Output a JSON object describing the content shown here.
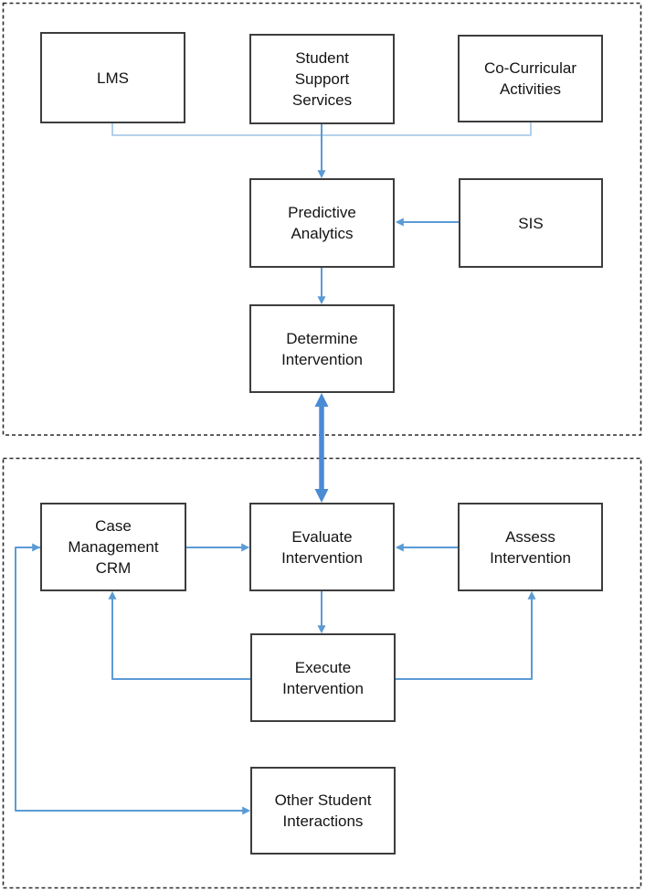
{
  "diagram": {
    "type": "flowchart",
    "colors": {
      "background": "#ffffff",
      "box_border": "#3d3d3d",
      "container_dashed_border": "#2a2a2a",
      "connector_blue": "#5b9bd5",
      "connector_light_blue": "#9dc3e6",
      "thick_connector_blue": "#4a8bd5",
      "text": "#141414"
    },
    "nodes": {
      "lms": {
        "label": "LMS"
      },
      "student_support_services": {
        "label": "Student\nSupport\nServices"
      },
      "co_curricular_activities": {
        "label": "Co-Curricular\nActivities"
      },
      "predictive_analytics": {
        "label": "Predictive\nAnalytics"
      },
      "sis": {
        "label": "SIS"
      },
      "determine_intervention": {
        "label": "Determine\nIntervention"
      },
      "case_management_crm": {
        "label": "Case\nManagement\nCRM"
      },
      "evaluate_intervention": {
        "label": "Evaluate\nIntervention"
      },
      "assess_intervention": {
        "label": "Assess\nIntervention"
      },
      "execute_intervention": {
        "label": "Execute\nIntervention"
      },
      "other_student_interactions": {
        "label": "Other Student\nInteractions"
      }
    },
    "connections": [
      {
        "from": "lms",
        "to": "predictive_analytics",
        "style": "thin",
        "bidirectional": false
      },
      {
        "from": "student_support_services",
        "to": "predictive_analytics",
        "style": "thin",
        "bidirectional": false
      },
      {
        "from": "co_curricular_activities",
        "to": "predictive_analytics",
        "style": "thin",
        "bidirectional": false
      },
      {
        "from": "sis",
        "to": "predictive_analytics",
        "style": "thin",
        "bidirectional": false
      },
      {
        "from": "predictive_analytics",
        "to": "determine_intervention",
        "style": "thin",
        "bidirectional": false
      },
      {
        "from": "determine_intervention",
        "to": "evaluate_intervention",
        "style": "thick",
        "bidirectional": true
      },
      {
        "from": "case_management_crm",
        "to": "evaluate_intervention",
        "style": "thin",
        "bidirectional": false
      },
      {
        "from": "assess_intervention",
        "to": "evaluate_intervention",
        "style": "thin",
        "bidirectional": false
      },
      {
        "from": "evaluate_intervention",
        "to": "execute_intervention",
        "style": "thin",
        "bidirectional": false
      },
      {
        "from": "execute_intervention",
        "to": "case_management_crm",
        "style": "thin",
        "bidirectional": false
      },
      {
        "from": "execute_intervention",
        "to": "assess_intervention",
        "style": "thin",
        "bidirectional": false
      },
      {
        "from": "case_management_crm",
        "to": "other_student_interactions",
        "style": "thin",
        "bidirectional": true
      }
    ]
  }
}
